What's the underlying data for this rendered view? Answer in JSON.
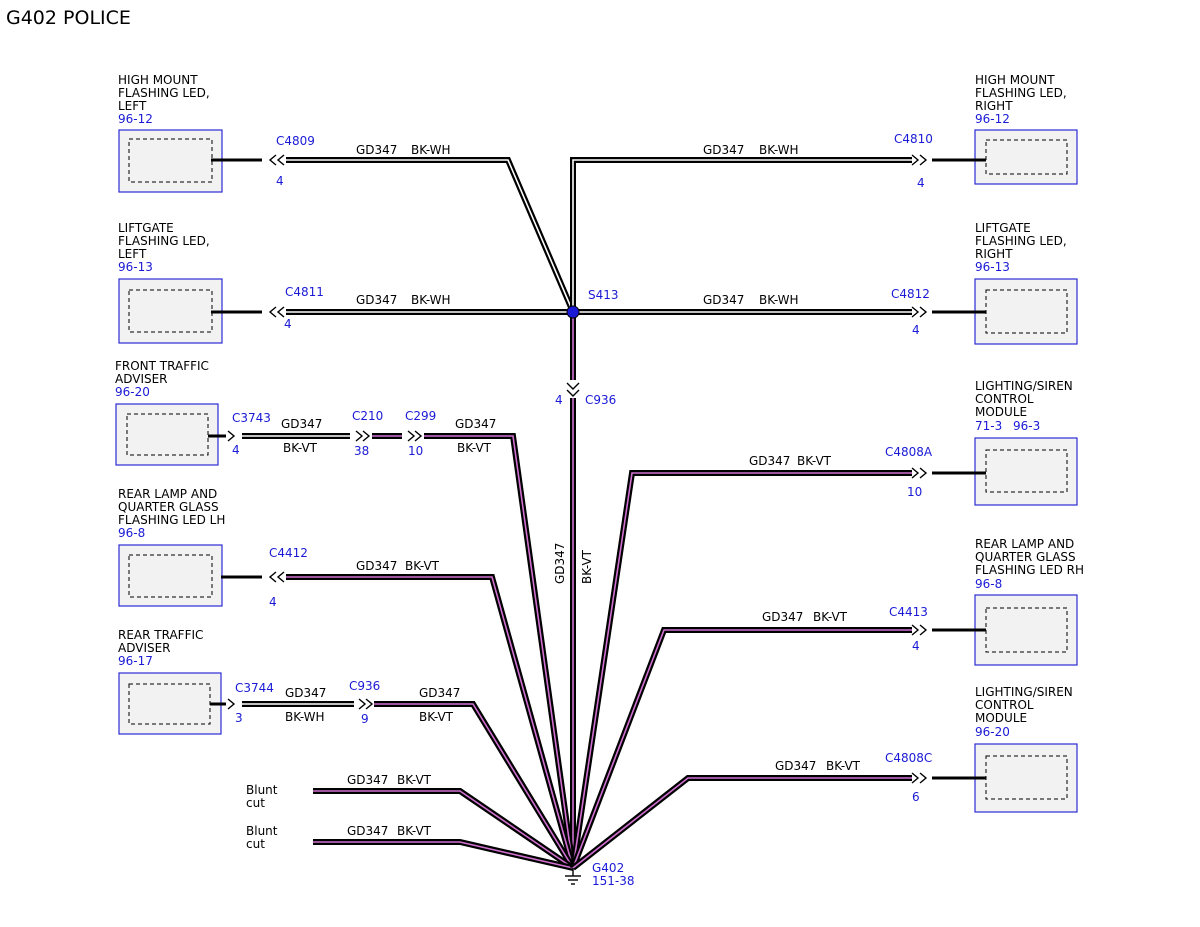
{
  "title": "G402 POLICE",
  "colors": {
    "accent": "#1a1ad6",
    "wire_violet": "#d070d0",
    "box_border": "#2b2bd6"
  },
  "components": {
    "hm_left": {
      "lines": [
        "HIGH MOUNT",
        "FLASHING LED,",
        "LEFT"
      ],
      "ref": "96-12"
    },
    "lg_left": {
      "lines": [
        "LIFTGATE",
        "FLASHING LED,",
        "LEFT"
      ],
      "ref": "96-13"
    },
    "fta": {
      "lines": [
        "FRONT TRAFFIC",
        "ADVISER"
      ],
      "ref": "96-20"
    },
    "rl_lh": {
      "lines": [
        "REAR LAMP AND",
        "QUARTER GLASS",
        "FLASHING LED LH"
      ],
      "ref": "96-8"
    },
    "rta": {
      "lines": [
        "REAR TRAFFIC",
        "ADVISER"
      ],
      "ref": "96-17"
    },
    "hm_right": {
      "lines": [
        "HIGH MOUNT",
        "FLASHING LED,",
        "RIGHT"
      ],
      "ref": "96-12"
    },
    "lg_right": {
      "lines": [
        "LIFTGATE",
        "FLASHING LED,",
        "RIGHT"
      ],
      "ref": "96-13"
    },
    "lscm1": {
      "lines": [
        "LIGHTING/SIREN",
        "CONTROL",
        "MODULE"
      ],
      "ref": "71-3",
      "ref2": "96-3"
    },
    "rl_rh": {
      "lines": [
        "REAR LAMP AND",
        "QUARTER GLASS",
        "FLASHING LED RH"
      ],
      "ref": "96-8"
    },
    "lscm2": {
      "lines": [
        "LIGHTING/SIREN",
        "CONTROL",
        "MODULE"
      ],
      "ref": "96-20"
    }
  },
  "connectors": {
    "c4809": {
      "id": "C4809",
      "pin": "4"
    },
    "c4811": {
      "id": "C4811",
      "pin": "4"
    },
    "c3743": {
      "id": "C3743",
      "pin": "4"
    },
    "c210": {
      "id": "C210",
      "pin": "38"
    },
    "c299": {
      "id": "C299",
      "pin": "10"
    },
    "c4412": {
      "id": "C4412",
      "pin": "4"
    },
    "c3744": {
      "id": "C3744",
      "pin": "3"
    },
    "c936b": {
      "id": "C936",
      "pin": "9"
    },
    "c4810": {
      "id": "C4810",
      "pin": "4"
    },
    "c4812": {
      "id": "C4812",
      "pin": "4"
    },
    "c4808a": {
      "id": "C4808A",
      "pin": "10"
    },
    "c4413": {
      "id": "C4413",
      "pin": "4"
    },
    "c4808c": {
      "id": "C4808C",
      "pin": "6"
    },
    "c936": {
      "id": "C936",
      "pin": "4"
    }
  },
  "splice": {
    "id": "S413"
  },
  "ground": {
    "id": "G402",
    "ref": "151-38"
  },
  "wire": {
    "circuit": "GD347",
    "color_wh": "BK-WH",
    "color_vt": "BK-VT"
  },
  "blunt_cut": [
    "Blunt",
    "cut"
  ]
}
